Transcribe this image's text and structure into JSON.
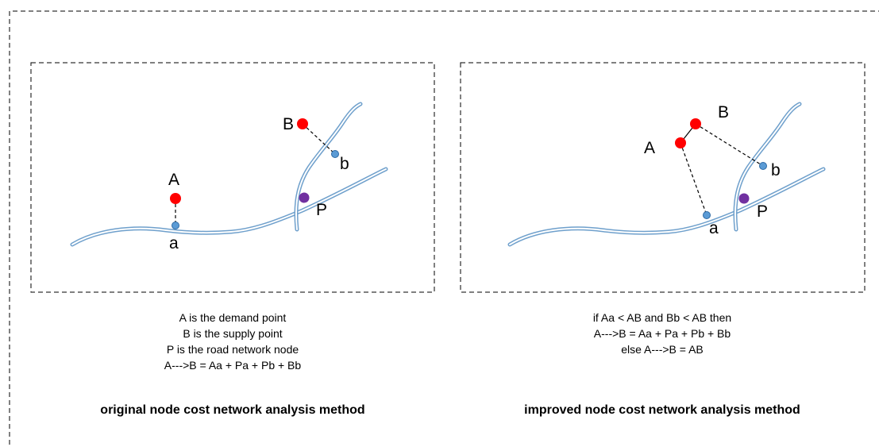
{
  "left_panel": {
    "labels": {
      "A": "A",
      "B": "B",
      "P": "P",
      "a": "a",
      "b": "b"
    },
    "caption": [
      "A is the demand point",
      "B is the supply point",
      "P is the road network node",
      "A--->B = Aa + Pa + Pb + Bb"
    ],
    "title": "original node cost network analysis method"
  },
  "right_panel": {
    "labels": {
      "A": "A",
      "B": "B",
      "P": "P",
      "a": "a",
      "b": "b"
    },
    "caption": [
      "if Aa < AB and  Bb < AB then",
      "A--->B = Aa + Pa + Pb + Bb",
      "else A--->B = AB"
    ],
    "title": "improved  node cost network analysis method"
  },
  "colors": {
    "demand_supply_point": "#ff0000",
    "road_node": "#7030a0",
    "road_point": "#5b9bd5",
    "road": "#9dc3e6",
    "frame": "#000000"
  }
}
